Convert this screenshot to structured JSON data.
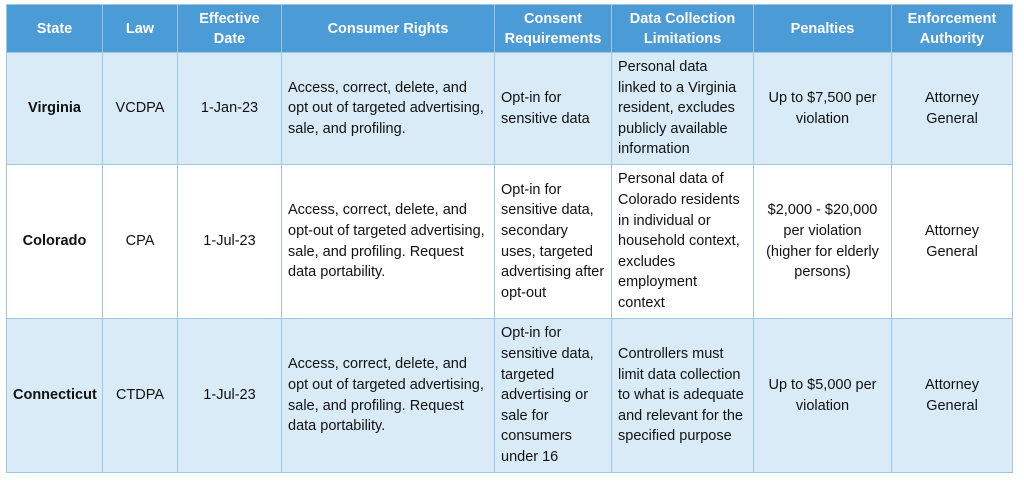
{
  "table": {
    "headers": [
      "State",
      "Law",
      "Effective Date",
      "Consumer Rights",
      "Consent Requirements",
      "Data Collection Limitations",
      "Penalties",
      "Enforcement Authority"
    ],
    "rows": [
      {
        "state": "Virginia",
        "law": "VCDPA",
        "effective_date": "1-Jan-23",
        "consumer_rights": "Access, correct, delete, and opt out of targeted advertising, sale, and profiling.",
        "consent_requirements": "Opt-in for sensitive data",
        "data_collection_limitations": "Personal data linked to a Virginia resident, excludes publicly available information",
        "penalties": "Up to $7,500 per violation",
        "enforcement_authority": "Attorney General"
      },
      {
        "state": "Colorado",
        "law": "CPA",
        "effective_date": "1-Jul-23",
        "consumer_rights": "Access, correct, delete, and opt-out of targeted advertising, sale, and profiling. Request data portability.",
        "consent_requirements": "Opt-in for sensitive data, secondary uses, targeted advertising after opt-out",
        "data_collection_limitations": "Personal data of Colorado residents in individual or household context, excludes employment context",
        "penalties": "$2,000 - $20,000 per violation (higher for elderly persons)",
        "enforcement_authority": "Attorney General"
      },
      {
        "state": "Connecticut",
        "law": "CTDPA",
        "effective_date": "1-Jul-23",
        "consumer_rights": "Access, correct, delete, and opt out of targeted advertising, sale, and profiling. Request data portability.",
        "consent_requirements": "Opt-in for sensitive data, targeted advertising or sale for consumers under 16",
        "data_collection_limitations": "Controllers must limit data collection to what is adequate and relevant for the specified purpose",
        "penalties": "Up to $5,000 per violation",
        "enforcement_authority": "Attorney General"
      }
    ]
  }
}
